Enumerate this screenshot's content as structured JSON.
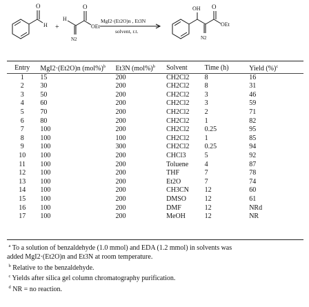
{
  "scheme": {
    "reagent1_aldehyde_O": "O",
    "reagent1_aldehyde_H": "H",
    "plus": "+",
    "reagent2_H": "H",
    "reagent2_O": "O",
    "reagent2_OEt": "OEt",
    "reagent2_N2": "N2",
    "arrow_above": "MgI2·(Et2O)n , Et3N",
    "arrow_below": "solvent, r.t.",
    "product_OH": "OH",
    "product_O": "O",
    "product_OEt": "OEt",
    "product_N2": "N2"
  },
  "table": {
    "headers": {
      "entry": "Entry",
      "mgi2": "MgI2·(Et2O)n (mol%)",
      "mgi2_sup": "b",
      "et3n": "Et3N (mol%)",
      "et3n_sup": "b",
      "solvent": "Solvent",
      "time": "Time (h)",
      "yield": "Yield (%)",
      "yield_sup": "c"
    },
    "rows": [
      {
        "entry": "1",
        "mgi2": "15",
        "et3n": "200",
        "solvent": "CH2Cl2",
        "time": "8",
        "yield": "16"
      },
      {
        "entry": "2",
        "mgi2": "30",
        "et3n": "200",
        "solvent": "CH2Cl2",
        "time": "8",
        "yield": "31"
      },
      {
        "entry": "3",
        "mgi2": "50",
        "et3n": "200",
        "solvent": "CH2Cl2",
        "time": "3",
        "yield": "46"
      },
      {
        "entry": "4",
        "mgi2": "60",
        "et3n": "200",
        "solvent": "CH2Cl2",
        "time": "3",
        "yield": "59"
      },
      {
        "entry": "5",
        "mgi2": "70",
        "et3n": "200",
        "solvent": "CH2Cl2",
        "time": "2",
        "yield": "71"
      },
      {
        "entry": "6",
        "mgi2": "80",
        "et3n": "200",
        "solvent": "CH2Cl2",
        "time": "1",
        "yield": "82"
      },
      {
        "entry": "7",
        "mgi2": "100",
        "et3n": "200",
        "solvent": "CH2Cl2",
        "time": "0.25",
        "yield": "95"
      },
      {
        "entry": "8",
        "mgi2": "100",
        "et3n": "100",
        "solvent": "CH2Cl2",
        "time": "1",
        "yield": "85"
      },
      {
        "entry": "9",
        "mgi2": "100",
        "et3n": "300",
        "solvent": "CH2Cl2",
        "time": "0.25",
        "yield": "94"
      },
      {
        "entry": "10",
        "mgi2": "100",
        "et3n": "200",
        "solvent": "CHCl3",
        "time": "5",
        "yield": "92"
      },
      {
        "entry": "11",
        "mgi2": "100",
        "et3n": "200",
        "solvent": "Toluene",
        "time": "4",
        "yield": "87"
      },
      {
        "entry": "12",
        "mgi2": "100",
        "et3n": "200",
        "solvent": "THF",
        "time": "7",
        "yield": "78"
      },
      {
        "entry": "13",
        "mgi2": "100",
        "et3n": "200",
        "solvent": "Et2O",
        "time": "7",
        "yield": "74"
      },
      {
        "entry": "14",
        "mgi2": "100",
        "et3n": "200",
        "solvent": "CH3CN",
        "time": "12",
        "yield": "60"
      },
      {
        "entry": "15",
        "mgi2": "100",
        "et3n": "200",
        "solvent": "DMSO",
        "time": "12",
        "yield": "61"
      },
      {
        "entry": "16",
        "mgi2": "100",
        "et3n": "200",
        "solvent": "DMF",
        "time": "12",
        "yield": "NRd"
      },
      {
        "entry": "17",
        "mgi2": "100",
        "et3n": "200",
        "solvent": "MeOH",
        "time": "12",
        "yield": "NR"
      }
    ]
  },
  "footnotes": {
    "a_mark": "a",
    "a_text_1": "To a solution of benzaldehyde (1.0 mmol) and EDA (1.2 mmol) in solvents was",
    "a_text_2": "added MgI2·(Et2O)n and Et3N at room temperature.",
    "b_mark": "b",
    "b_text": "Relative to the benzaldehyde.",
    "c_mark": "c",
    "c_text": "Yields after silica gel column chromatography purification.",
    "d_mark": "d",
    "d_text": "NR = no reaction."
  }
}
